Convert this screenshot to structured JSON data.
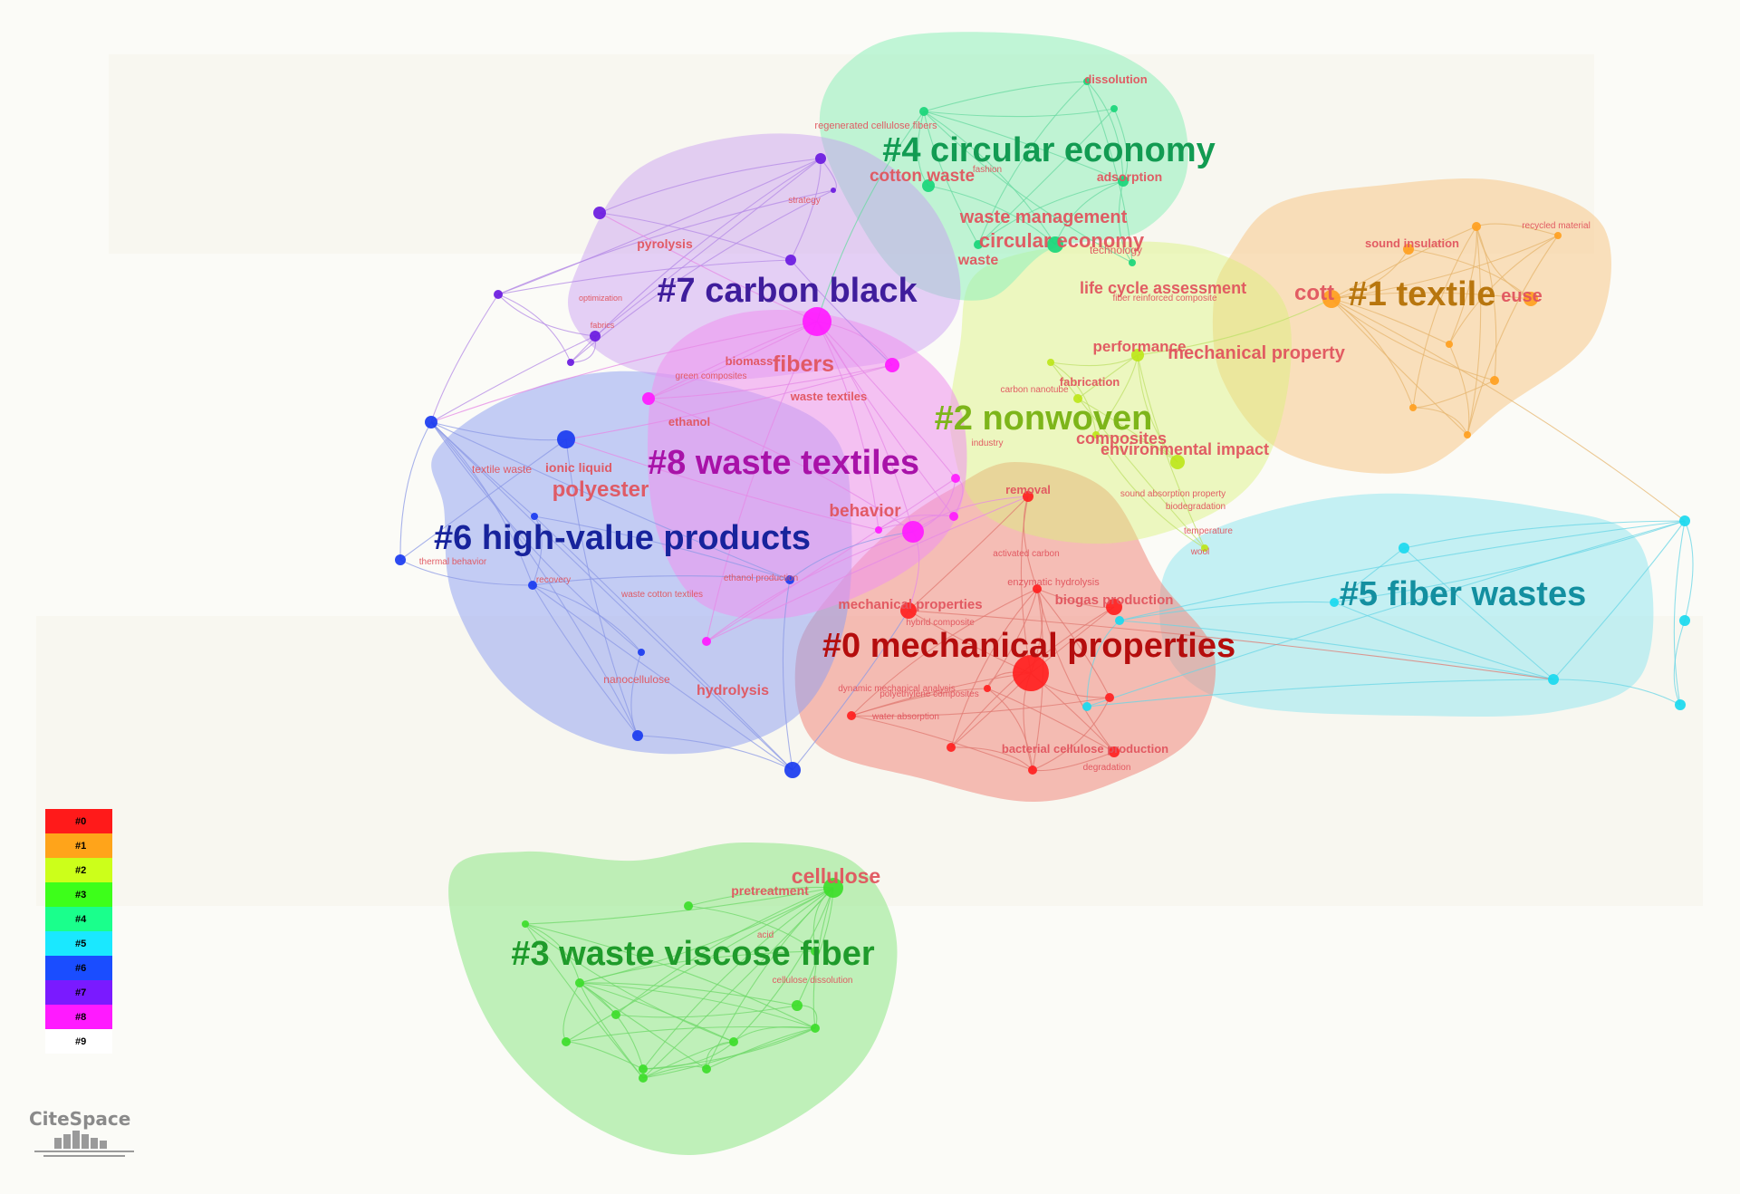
{
  "clusters": [
    {
      "id": "c0",
      "label": "#0 mechanical properties",
      "color": "#f08a80",
      "text_color": "#b50d0d"
    },
    {
      "id": "c1",
      "label": "#1 textile",
      "color": "#f7c98a",
      "text_color": "#b8760e"
    },
    {
      "id": "c2",
      "label": "#2 nonwoven",
      "color": "#d9f27a",
      "text_color": "#7db51a"
    },
    {
      "id": "c3",
      "label": "#3 waste viscose fiber",
      "color": "#8ee886",
      "text_color": "#1f9b2b"
    },
    {
      "id": "c4",
      "label": "#4 circular economy",
      "color": "#8ff0bb",
      "text_color": "#129b52"
    },
    {
      "id": "c5",
      "label": "#5 fiber wastes",
      "color": "#8ee6f0",
      "text_color": "#138fa0"
    },
    {
      "id": "c6",
      "label": "#6 high-value products",
      "color": "#8c9ef2",
      "text_color": "#17239c"
    },
    {
      "id": "c7",
      "label": "#7 carbon black",
      "color": "#c89af2",
      "text_color": "#3f1d9c"
    },
    {
      "id": "c8",
      "label": "#8 waste textiles",
      "color": "#ee92ee",
      "text_color": "#a812a8"
    }
  ],
  "keywords": [
    {
      "text": "dissolution",
      "cluster": "c4"
    },
    {
      "text": "regenerated cellulose fibers",
      "cluster": "c4"
    },
    {
      "text": "cotton waste",
      "cluster": "c4"
    },
    {
      "text": "adsorption",
      "cluster": "c4"
    },
    {
      "text": "waste management",
      "cluster": "c4"
    },
    {
      "text": "circular economy",
      "cluster": "c4"
    },
    {
      "text": "technology",
      "cluster": "c4"
    },
    {
      "text": "waste",
      "cluster": "c4"
    },
    {
      "text": "fashion",
      "cluster": "c4"
    },
    {
      "text": "strategy",
      "cluster": "c7"
    },
    {
      "text": "pyrolysis",
      "cluster": "c7"
    },
    {
      "text": "optimization",
      "cluster": "c7"
    },
    {
      "text": "fabrics",
      "cluster": "c7"
    },
    {
      "text": "fibers",
      "cluster": "c8"
    },
    {
      "text": "biomass",
      "cluster": "c8"
    },
    {
      "text": "green composites",
      "cluster": "c8"
    },
    {
      "text": "waste textiles",
      "cluster": "c8"
    },
    {
      "text": "ethanol",
      "cluster": "c8"
    },
    {
      "text": "behavior",
      "cluster": "c8"
    },
    {
      "text": "ethanol production",
      "cluster": "c8"
    },
    {
      "text": "textile waste",
      "cluster": "c6"
    },
    {
      "text": "ionic liquid",
      "cluster": "c6"
    },
    {
      "text": "polyester",
      "cluster": "c6"
    },
    {
      "text": "thermal behavior",
      "cluster": "c6"
    },
    {
      "text": "recovery",
      "cluster": "c6"
    },
    {
      "text": "waste cotton textiles",
      "cluster": "c6"
    },
    {
      "text": "nanocellulose",
      "cluster": "c6"
    },
    {
      "text": "hydrolysis",
      "cluster": "c6"
    },
    {
      "text": "life cycle assessment",
      "cluster": "c2"
    },
    {
      "text": "fiber reinforced composite",
      "cluster": "c2"
    },
    {
      "text": "performance",
      "cluster": "c2"
    },
    {
      "text": "mechanical property",
      "cluster": "c2"
    },
    {
      "text": "fabrication",
      "cluster": "c2"
    },
    {
      "text": "carbon nanotube",
      "cluster": "c2"
    },
    {
      "text": "composites",
      "cluster": "c2"
    },
    {
      "text": "environmental impact",
      "cluster": "c2"
    },
    {
      "text": "industry",
      "cluster": "c2"
    },
    {
      "text": "sound absorption property",
      "cluster": "c2"
    },
    {
      "text": "biodegradation",
      "cluster": "c2"
    },
    {
      "text": "wool",
      "cluster": "c2"
    },
    {
      "text": "cott",
      "cluster": "c1"
    },
    {
      "text": "euse",
      "cluster": "c1"
    },
    {
      "text": "sound insulation",
      "cluster": "c1"
    },
    {
      "text": "recycled material",
      "cluster": "c1"
    },
    {
      "text": "temperature",
      "cluster": "c5"
    },
    {
      "text": "removal",
      "cluster": "c0"
    },
    {
      "text": "activated carbon",
      "cluster": "c0"
    },
    {
      "text": "enzymatic hydrolysis",
      "cluster": "c0"
    },
    {
      "text": "biogas production",
      "cluster": "c0"
    },
    {
      "text": "mechanical properties",
      "cluster": "c0"
    },
    {
      "text": "hybrid composite",
      "cluster": "c0"
    },
    {
      "text": "dynamic mechanical analysis",
      "cluster": "c0"
    },
    {
      "text": "polyethylene composites",
      "cluster": "c0"
    },
    {
      "text": "water absorption",
      "cluster": "c0"
    },
    {
      "text": "bacterial cellulose production",
      "cluster": "c0"
    },
    {
      "text": "degradation",
      "cluster": "c0"
    },
    {
      "text": "cellulose",
      "cluster": "c3"
    },
    {
      "text": "pretreatment",
      "cluster": "c3"
    },
    {
      "text": "acid",
      "cluster": "c3"
    },
    {
      "text": "cellulose dissolution",
      "cluster": "c3"
    }
  ],
  "legend": {
    "items": [
      {
        "label": "#0",
        "color": "#ff1a1a"
      },
      {
        "label": "#1",
        "color": "#ffa41a"
      },
      {
        "label": "#2",
        "color": "#ccff1a"
      },
      {
        "label": "#3",
        "color": "#3dff1a"
      },
      {
        "label": "#4",
        "color": "#1aff8c"
      },
      {
        "label": "#5",
        "color": "#1ae8ff"
      },
      {
        "label": "#6",
        "color": "#1a4dff"
      },
      {
        "label": "#7",
        "color": "#7a1aff"
      },
      {
        "label": "#8",
        "color": "#ff1aff"
      },
      {
        "label": "#9",
        "color": "#ffffff"
      }
    ]
  },
  "logo": {
    "text": "CiteSpace"
  }
}
